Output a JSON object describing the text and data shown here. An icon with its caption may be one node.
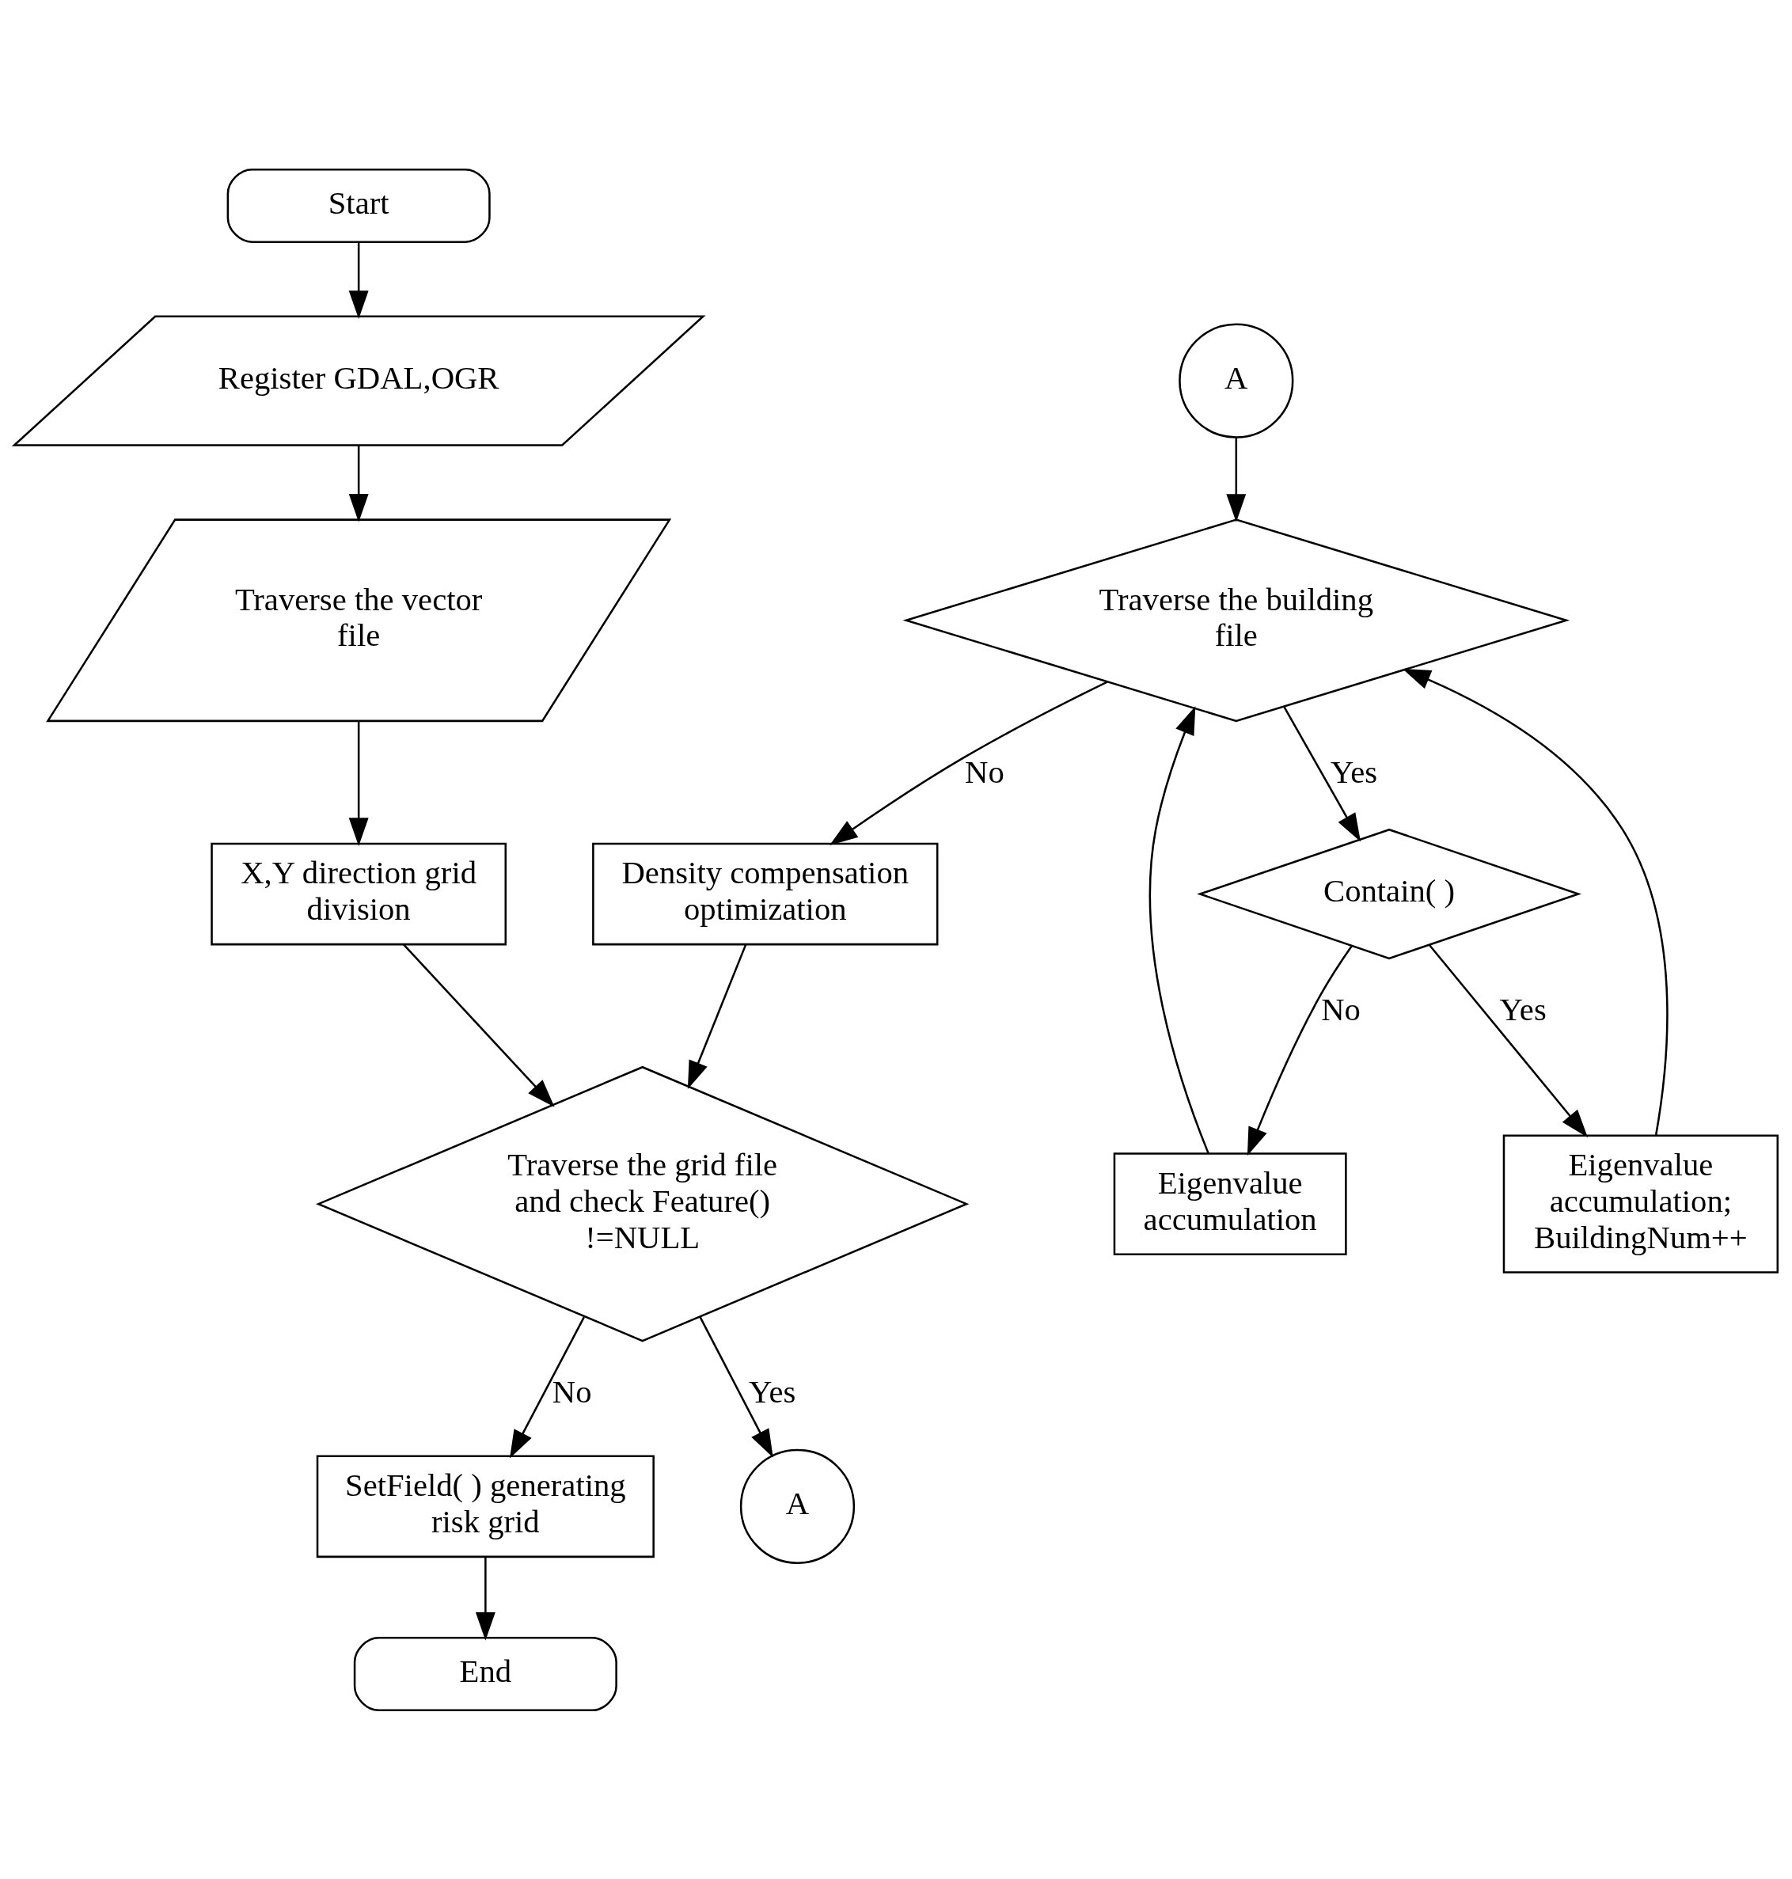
{
  "diagram": {
    "nodes": [
      {
        "text": [
          "Start"
        ]
      },
      {
        "text": [
          "Register GDAL,OGR"
        ]
      },
      {
        "text": [
          "Traverse the vector file"
        ]
      },
      {
        "text": [
          "X,Y direction grid division"
        ]
      },
      {
        "text": [
          "Traverse the grid file and check Feature() !=NULL"
        ]
      },
      {
        "text": [
          "SetField( ) generating risk grid"
        ]
      },
      {
        "text": [
          "End"
        ]
      },
      {
        "text": [
          "A"
        ]
      },
      {
        "text": [
          "A"
        ]
      },
      {
        "text": [
          "Traverse the building file"
        ]
      },
      {
        "text": [
          "Contain( )"
        ]
      },
      {
        "text": [
          "Eigenvalue accumulation"
        ]
      },
      {
        "text": [
          "Eigenvalue accumulation; BuildingNum++"
        ]
      },
      {
        "text": [
          "Density compensation optimization"
        ]
      }
    ],
    "edges": [
      {
        "from": 0,
        "to": 1,
        "arrow": "to"
      },
      {
        "from": 1,
        "to": 2,
        "arrow": "to"
      },
      {
        "from": 2,
        "to": 3,
        "arrow": "to"
      },
      {
        "from": 3,
        "to": 4,
        "arrow": "to"
      },
      {
        "from": 4,
        "to": 5,
        "label": "No",
        "arrow": "to"
      },
      {
        "from": 5,
        "to": 6,
        "arrow": "to"
      },
      {
        "from": 4,
        "to": 7,
        "label": "Yes",
        "arrow": "to"
      },
      {
        "from": 8,
        "to": 9,
        "arrow": "to"
      },
      {
        "from": 9,
        "to": 10,
        "label": "Yes",
        "arrow": "to"
      },
      {
        "from": 10,
        "to": 11,
        "label": "No",
        "arrow": "to"
      },
      {
        "from": 10,
        "to": 12,
        "label": "Yes",
        "arrow": "to"
      },
      {
        "from": 11,
        "to": 9,
        "arrow": "to"
      },
      {
        "from": 12,
        "to": 9,
        "arrow": "to"
      },
      {
        "from": 9,
        "to": 13,
        "label": "No",
        "arrow": "to"
      },
      {
        "from": 13,
        "to": 4,
        "arrow": "to"
      }
    ]
  }
}
